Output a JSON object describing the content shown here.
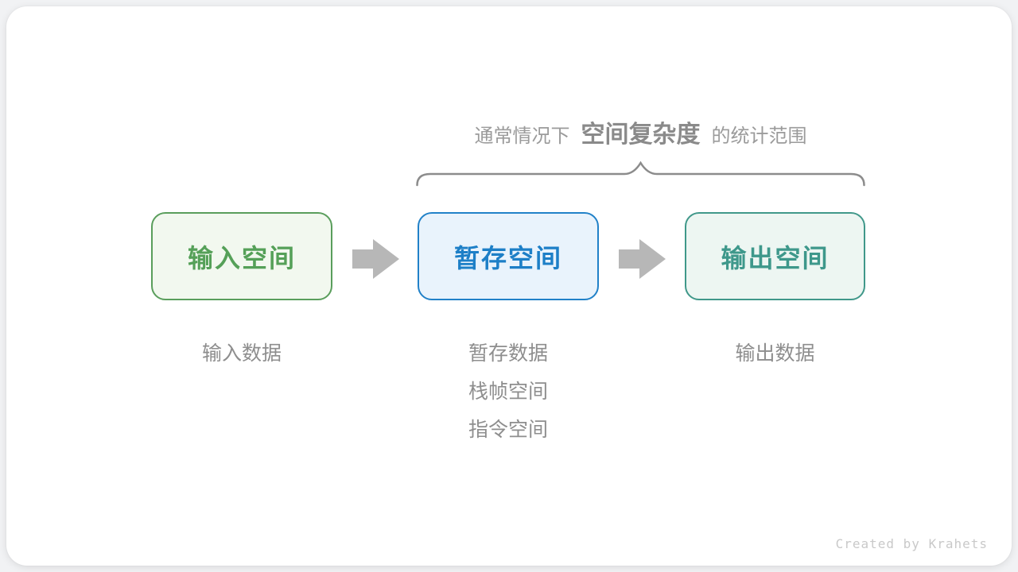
{
  "canvas": {
    "outer_bg": "#f1f2f4",
    "card_bg": "#ffffff"
  },
  "title": {
    "prefix": "通常情况下",
    "highlight": "空间复杂度",
    "suffix": "的统计范围"
  },
  "brace": {
    "color": "#8c8c8c",
    "covers": [
      "暂存空间",
      "输出空间"
    ]
  },
  "boxes": [
    {
      "id": "input-space",
      "label": "输入空间",
      "border_color": "#5a9e5c",
      "bg_color": "#f2f8ef",
      "text_color": "#55a058"
    },
    {
      "id": "temp-space",
      "label": "暂存空间",
      "border_color": "#2181c8",
      "bg_color": "#e9f3fc",
      "text_color": "#1d7fc7"
    },
    {
      "id": "output-space",
      "label": "输出空间",
      "border_color": "#40988a",
      "bg_color": "#edf6f2",
      "text_color": "#3e988b"
    }
  ],
  "arrows": {
    "color": "#b7b7b7",
    "direction": "right"
  },
  "notes": [
    {
      "under": "input-space",
      "lines": [
        "输入数据"
      ]
    },
    {
      "under": "temp-space",
      "lines": [
        "暂存数据",
        "栈帧空间",
        "指令空间"
      ]
    },
    {
      "under": "output-space",
      "lines": [
        "输出数据"
      ]
    }
  ],
  "credit": "Created by Krahets"
}
